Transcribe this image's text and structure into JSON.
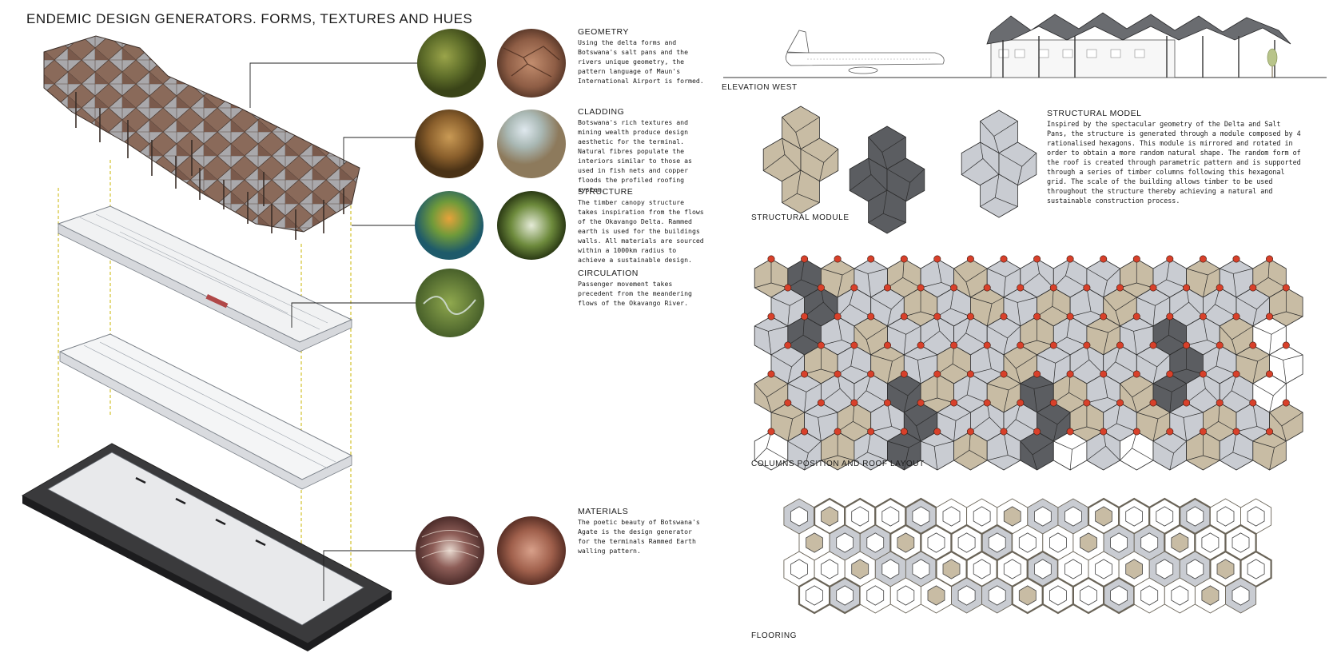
{
  "title": "ENDEMIC DESIGN GENERATORS. FORMS, TEXTURES AND HUES",
  "sections": {
    "geometry": {
      "heading": "GEOMETRY",
      "body": "Using the delta forms and Botswana's salt pans and the rivers unique geometry, the pattern language of Maun's International Airport is formed."
    },
    "cladding": {
      "heading": "CLADDING",
      "body": "Botswana's rich textures and mining wealth produce design aesthetic for the terminal. Natural fibres populate the interiors similar to those as used in fish nets and copper floods the profiled roofing system."
    },
    "structure": {
      "heading": "STRUCTURE",
      "body": "The timber canopy structure takes inspiration from the flows of the Okavango Delta. Rammed earth is used for the buildings walls. All materials are sourced within a 1000km radius to achieve a sustainable design."
    },
    "circulation": {
      "heading": "CIRCULATION",
      "body": "Passenger movement takes precedent from the meandering flows of the Okavango River."
    },
    "materials": {
      "heading": "MATERIALS",
      "body": "The poetic beauty of Botswana's Agate is the design generator for the terminals Rammed Earth walling pattern."
    }
  },
  "structural_model": {
    "heading": "STRUCTURAL MODEL",
    "body": "Inspired by the spectacular geometry of the Delta and Salt Pans, the structure is generated through a module composed by 4 rationalised hexagons. This module is mirrored and rotated in order to obtain a more random natural shape. The random form of the roof is created through parametric pattern and is supported through a series of timber columns following this hexagonal grid. The scale of the building allows timber to be used throughout the structure thereby achieving a natural and sustainable construction process."
  },
  "labels": {
    "elevation": "ELEVATION WEST",
    "module": "STRUCTURAL MODULE",
    "columns": "COLUMNS POSITION AND ROOF LAYOUT",
    "flooring": "FLOORING"
  },
  "palette": {
    "tan": "#c8bca4",
    "grey": "#c9ccd2",
    "dark": "#5b5d61",
    "column": "#d8402a",
    "roof": "#8a6a5a"
  }
}
